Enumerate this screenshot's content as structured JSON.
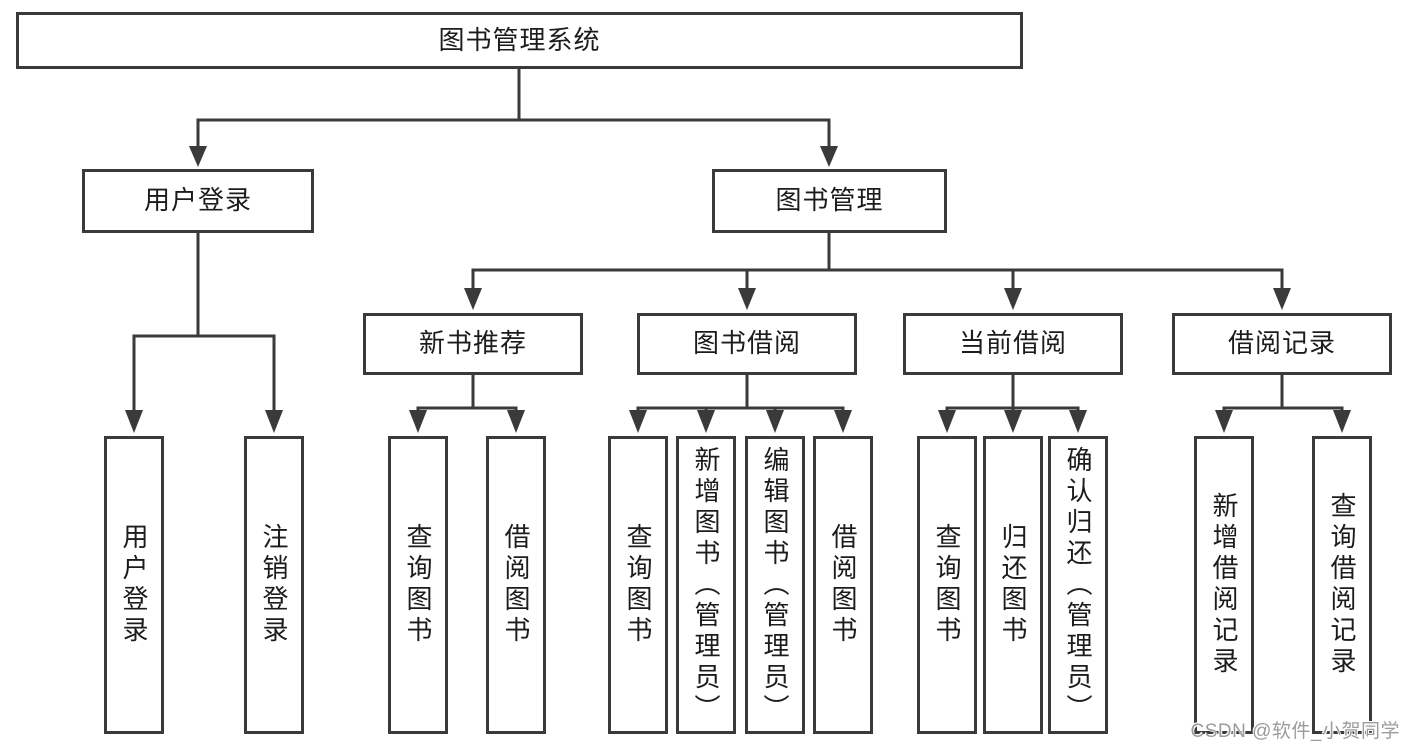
{
  "colors": {
    "line": "#3a3a3a",
    "text": "#1c1c1c",
    "watermark": "#9c9c9c",
    "box_bg": "#ffffff",
    "page_bg": "#ffffff"
  },
  "tree": {
    "label": "图书管理系统",
    "children": [
      {
        "label": "用户登录",
        "children": [
          {
            "label": "用户登录"
          },
          {
            "label": "注销登录"
          }
        ]
      },
      {
        "label": "图书管理",
        "children": [
          {
            "label": "新书推荐",
            "children": [
              {
                "label": "查询图书"
              },
              {
                "label": "借阅图书"
              }
            ]
          },
          {
            "label": "图书借阅",
            "children": [
              {
                "label": "查询图书"
              },
              {
                "label": "新增图书（管理员）"
              },
              {
                "label": "编辑图书（管理员）"
              },
              {
                "label": "借阅图书"
              }
            ]
          },
          {
            "label": "当前借阅",
            "children": [
              {
                "label": "查询图书"
              },
              {
                "label": "归还图书"
              },
              {
                "label": "确认归还（管理员）"
              }
            ]
          },
          {
            "label": "借阅记录",
            "children": [
              {
                "label": "新增借阅记录"
              },
              {
                "label": "查询借阅记录"
              }
            ]
          }
        ]
      }
    ]
  },
  "watermark": {
    "text": "CSDN @软件_小贺同学"
  }
}
